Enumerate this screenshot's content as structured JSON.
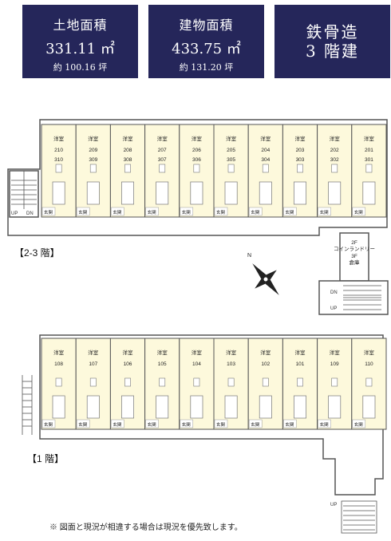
{
  "land_area": {
    "label": "土地面積",
    "value": "331.11 ㎡",
    "tsubo": "約 100.16 坪"
  },
  "building_area": {
    "label": "建物面積",
    "value": "433.75 ㎡",
    "tsubo": "約 131.20 坪"
  },
  "structure": {
    "line1": "鉄骨造",
    "line2": "3 階建"
  },
  "floor_2_3": {
    "label": "【2-3 階】",
    "units": [
      {
        "room": "洋室",
        "n1": "210",
        "n2": "310"
      },
      {
        "room": "洋室",
        "n1": "209",
        "n2": "309"
      },
      {
        "room": "洋室",
        "n1": "208",
        "n2": "308"
      },
      {
        "room": "洋室",
        "n1": "207",
        "n2": "307"
      },
      {
        "room": "洋室",
        "n1": "206",
        "n2": "306"
      },
      {
        "room": "洋室",
        "n1": "205",
        "n2": "305"
      },
      {
        "room": "洋室",
        "n1": "204",
        "n2": "304"
      },
      {
        "room": "洋室",
        "n1": "203",
        "n2": "303"
      },
      {
        "room": "洋室",
        "n1": "202",
        "n2": "302"
      },
      {
        "room": "洋室",
        "n1": "201",
        "n2": "301"
      }
    ],
    "laundry": {
      "line1": "2F",
      "line2": "コインランドリー",
      "line3": "3F",
      "line4": "倉庫"
    }
  },
  "floor_1": {
    "label": "【1 階】",
    "units": [
      {
        "room": "洋室",
        "n1": "108"
      },
      {
        "room": "洋室",
        "n1": "107"
      },
      {
        "room": "洋室",
        "n1": "106"
      },
      {
        "room": "洋室",
        "n1": "105"
      },
      {
        "room": "洋室",
        "n1": "104"
      },
      {
        "room": "洋室",
        "n1": "103"
      },
      {
        "room": "洋室",
        "n1": "102"
      },
      {
        "room": "洋室",
        "n1": "101"
      },
      {
        "room": "洋室",
        "n1": "109"
      },
      {
        "room": "洋室",
        "n1": "110"
      }
    ]
  },
  "labels": {
    "entrance": "玄関",
    "stairs_up": "UP",
    "stairs_dn": "DN",
    "north": "N"
  },
  "note": "※ 図面と現況が相違する場合は現況を優先致します。",
  "colors": {
    "header_bg": "#25265a",
    "room_fill": "#fdf9dc",
    "wall": "#555555"
  }
}
